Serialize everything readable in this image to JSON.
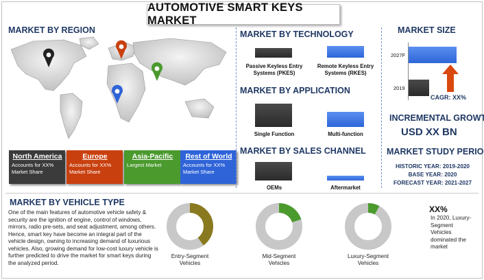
{
  "title": "AUTOMOTIVE SMART KEYS MARKET",
  "region": {
    "heading": "MARKET BY REGION",
    "cards": [
      {
        "name": "North America",
        "desc": "Accounts for XX% Market Share",
        "color": "#3b3b3b"
      },
      {
        "name": "Europe",
        "desc": "Accounts for XX% Market Share",
        "color": "#c9400f"
      },
      {
        "name": "Asia-Pacific",
        "desc": "Largest Market",
        "color": "#4a9a2e"
      },
      {
        "name": "Rest of World",
        "desc": "Accounts for XX% Market Share",
        "color": "#2f64d8"
      }
    ]
  },
  "technology": {
    "heading": "MARKET BY TECHNOLOGY",
    "items": [
      {
        "label": "Passive Keyless Entry Systems (PKES)",
        "color": "dark"
      },
      {
        "label": "Remote Keyless Entry Systems (RKES)",
        "color": "blue"
      }
    ]
  },
  "application": {
    "heading": "MARKET BY APPLICATION",
    "items": [
      {
        "label": "Single Function",
        "color": "dark"
      },
      {
        "label": "Multi-function",
        "color": "blue"
      }
    ]
  },
  "sales_channel": {
    "heading": "MARKET BY SALES CHANNEL",
    "items": [
      {
        "label": "OEMs",
        "color": "dark"
      },
      {
        "label": "Aftermarket",
        "color": "blue"
      }
    ]
  },
  "market_size": {
    "heading": "MARKET SIZE",
    "years": [
      "2027F",
      "2019"
    ],
    "cagr": "CAGR: XX%"
  },
  "incremental": {
    "heading": "INCREMENTAL GROWTH",
    "value": "USD XX BN"
  },
  "study_period": {
    "heading": "MARKET STUDY PERIOD",
    "historic": "HISTORIC YEAR: 2019-2020",
    "base": "BASE YEAR: 2020",
    "forecast": "FORECAST YEAR: 2021-2027"
  },
  "vehicle": {
    "heading": "MARKET BY VEHICLE TYPE",
    "paragraph": "One of the main features of automotive vehicle safety & security are the ignition of engine, control of windows, mirrors, radio pre-sets, and seat adjustment, among others. Hence, smart key have become an integral part of the vehicle design, owning to increasing demand of luxurious vehicles. Also, growing demand for low-cost luxury vehicle is further predicted to drive the market for smart keys during the analyzed period.",
    "segments": [
      {
        "label": "Entry-Segment Vehicles",
        "share": 0.4,
        "color": "#8a7a1f"
      },
      {
        "label": "Mid-Segment Vehicles",
        "share": 0.2,
        "color": "#4a9a2e"
      },
      {
        "label": "Luxury-Segment Vehicles",
        "share": 0.08,
        "color": "#4a9a2e"
      }
    ],
    "highlight_value": "XX%",
    "highlight_text": "In 2020, Luxury-Segment Vehicles dominated the market"
  }
}
